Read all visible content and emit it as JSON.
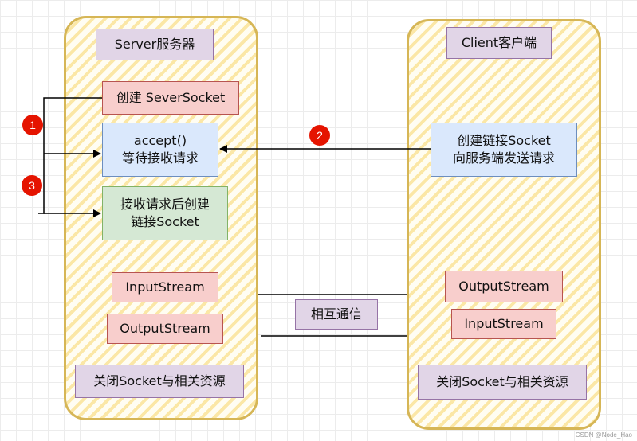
{
  "server": {
    "title": "Server服务器",
    "create_socket": "创建 SeverSocket",
    "accept": [
      "accept()",
      "等待接收请求"
    ],
    "receive": [
      "接收请求后创建",
      "链接Socket"
    ],
    "input_stream": "InputStream",
    "output_stream": "OutputStream",
    "close": "关闭Socket与相关资源"
  },
  "client": {
    "title": "Client客户端",
    "create_socket": [
      "创建链接Socket",
      "向服务端发送请求"
    ],
    "output_stream": "OutputStream",
    "input_stream": "InputStream",
    "close": "关闭Socket与相关资源"
  },
  "communication_label": "相互通信",
  "steps": [
    "1",
    "2",
    "3"
  ],
  "watermark": "CSDN @Node_Hao",
  "colors": {
    "panel_border": "#d6b656",
    "panel_stripe": "#fbe7a6",
    "purple_fill": "#e1d5e7",
    "red_fill": "#f8cecc",
    "blue_fill": "#dae8fc",
    "green_fill": "#d5e8d4",
    "badge": "#e51400"
  }
}
